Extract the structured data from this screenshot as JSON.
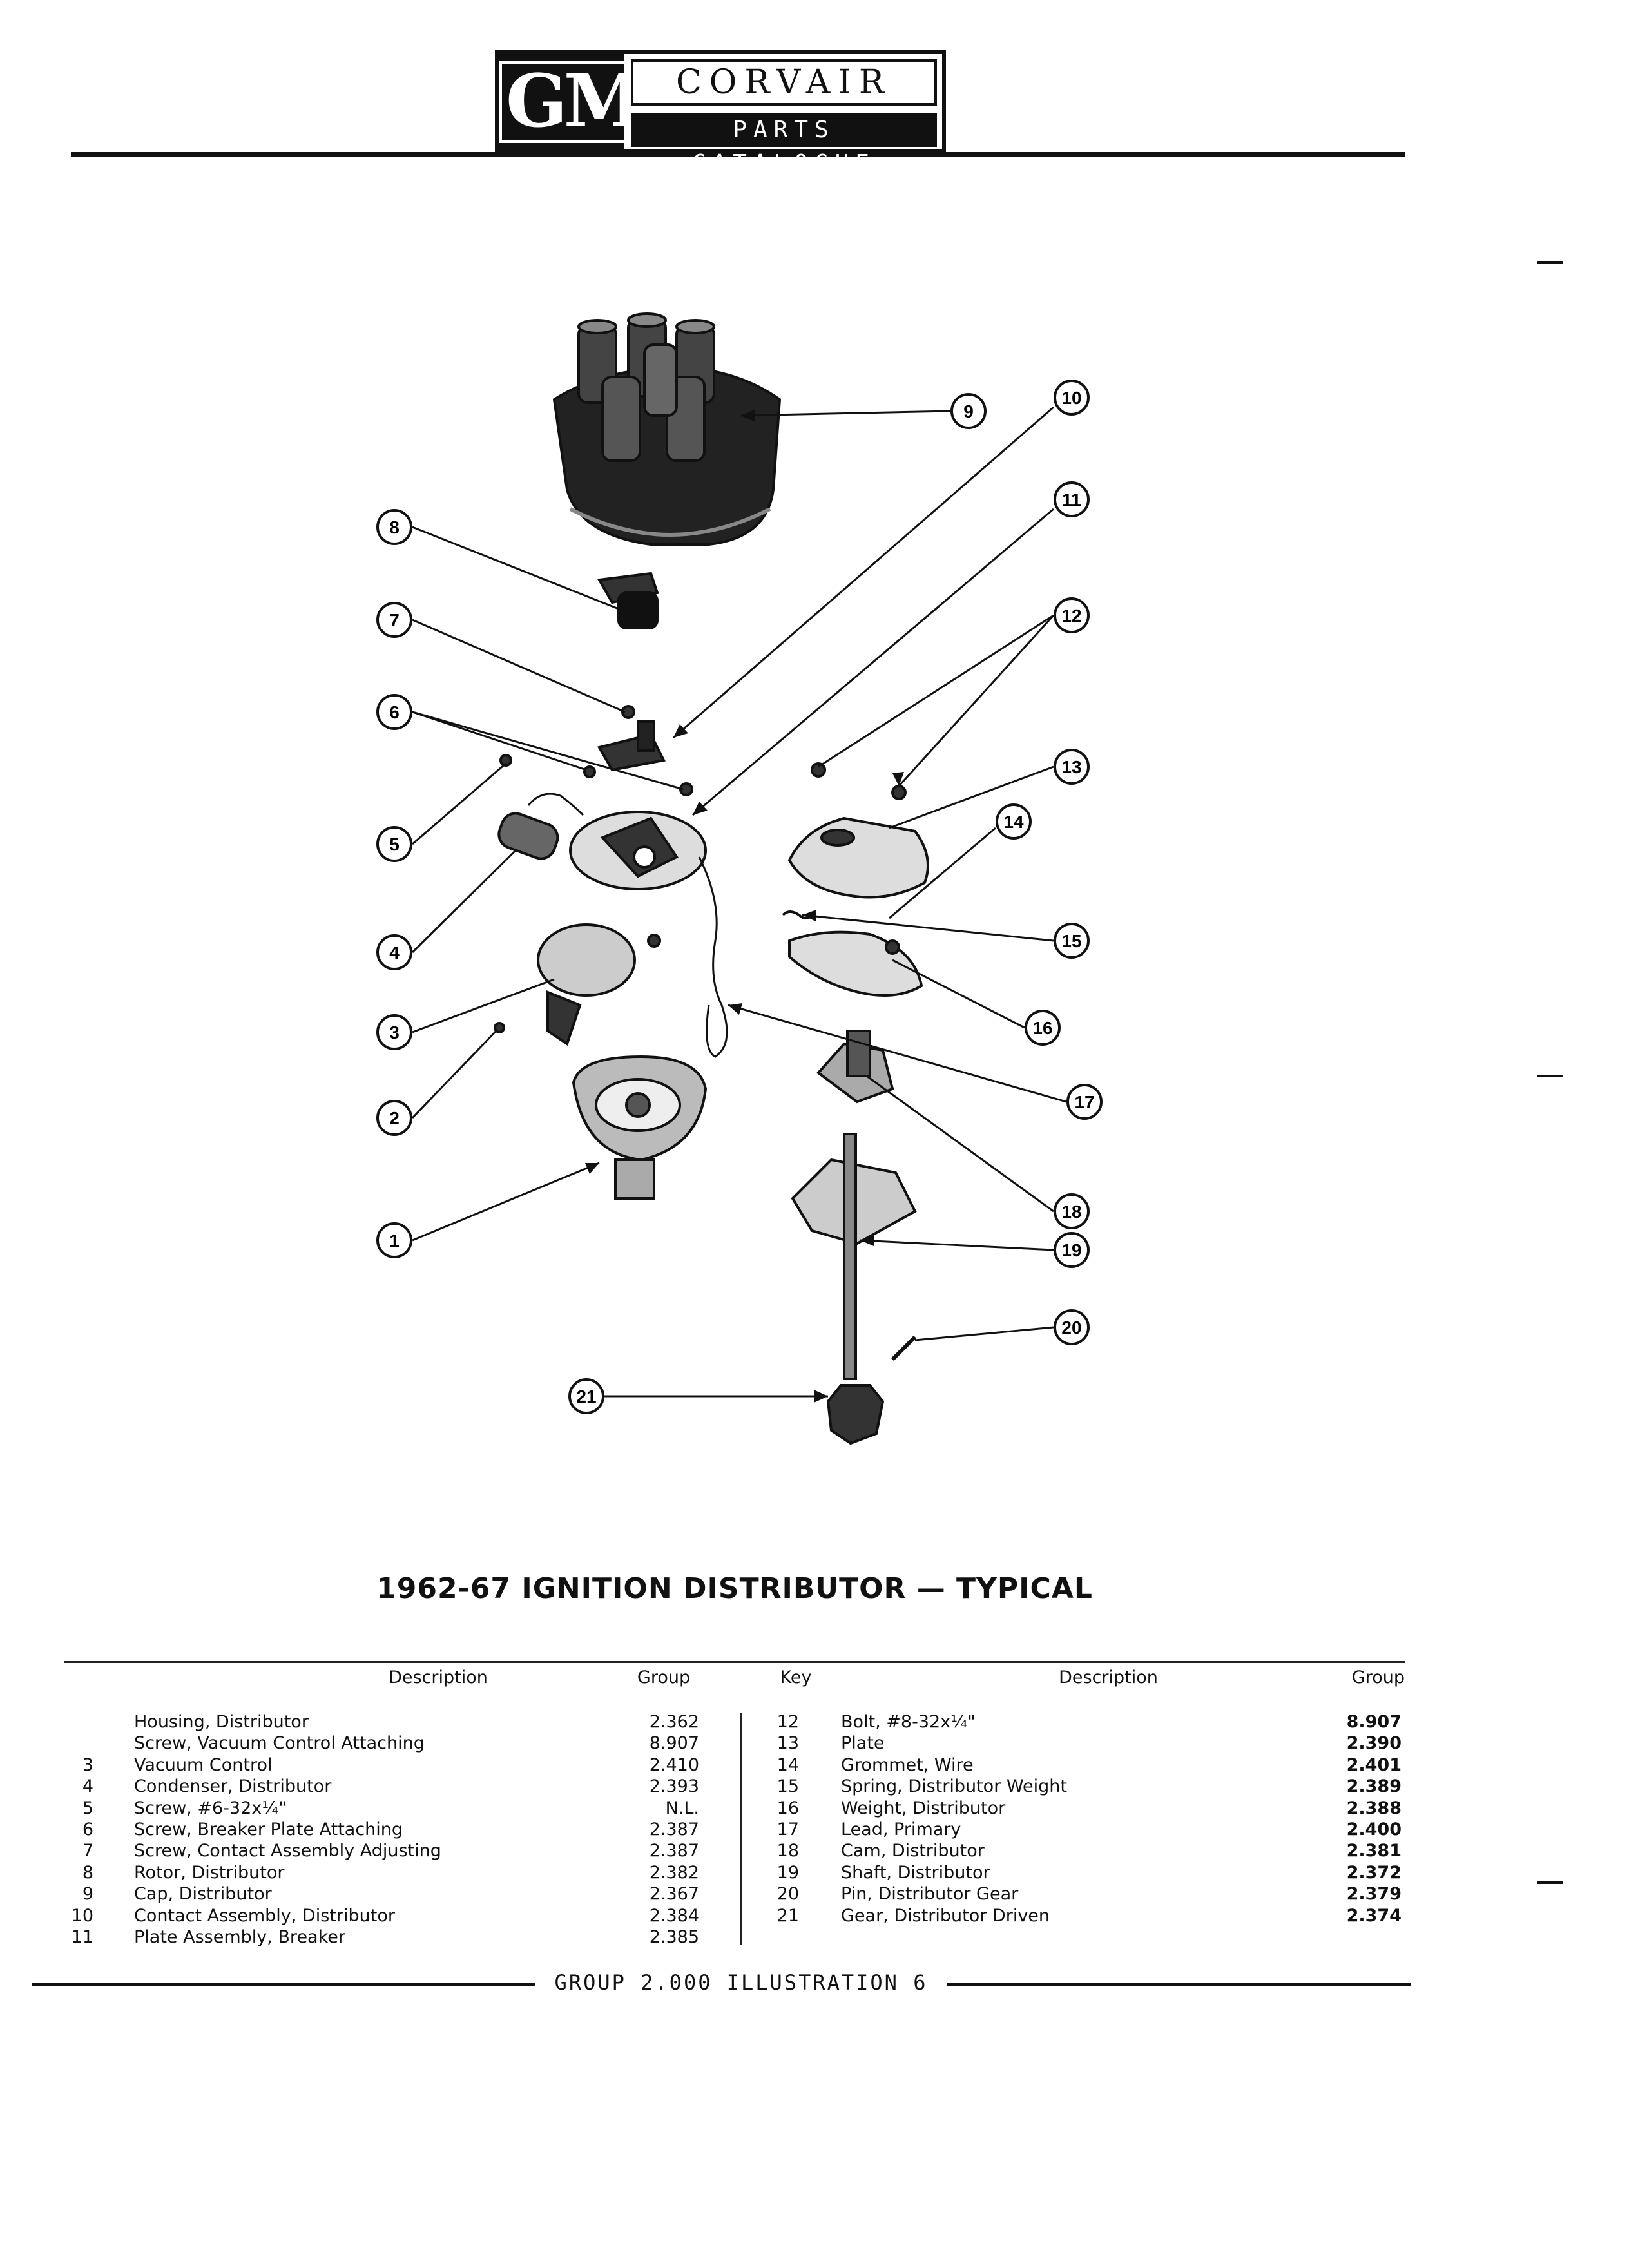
{
  "header": {
    "logo_text": "GM",
    "title": "CORVAIR",
    "subtitle": "PARTS CATALOGUE"
  },
  "diagram": {
    "callouts": [
      "1",
      "2",
      "3",
      "4",
      "5",
      "6",
      "7",
      "8",
      "9",
      "10",
      "11",
      "12",
      "13",
      "14",
      "15",
      "16",
      "17",
      "18",
      "19",
      "20",
      "21"
    ]
  },
  "caption": "1962-67 IGNITION DISTRIBUTOR — TYPICAL",
  "table": {
    "headers": {
      "description_left": "Description",
      "group_left": "Group",
      "key_right": "Key",
      "description_right": "Description",
      "group_right": "Group"
    },
    "left": [
      {
        "key": "",
        "description": "Housing, Distributor",
        "group": "2.362"
      },
      {
        "key": "",
        "description": "Screw, Vacuum Control Attaching",
        "group": "8.907"
      },
      {
        "key": "3",
        "description": "Vacuum Control",
        "group": "2.410"
      },
      {
        "key": "4",
        "description": "Condenser, Distributor",
        "group": "2.393"
      },
      {
        "key": "5",
        "description": "Screw, #6-32x¼\"",
        "group": "N.L."
      },
      {
        "key": "6",
        "description": "Screw, Breaker Plate Attaching",
        "group": "2.387"
      },
      {
        "key": "7",
        "description": "Screw, Contact Assembly Adjusting",
        "group": "2.387"
      },
      {
        "key": "8",
        "description": "Rotor, Distributor",
        "group": "2.382"
      },
      {
        "key": "9",
        "description": "Cap, Distributor",
        "group": "2.367"
      },
      {
        "key": "10",
        "description": "Contact Assembly, Distributor",
        "group": "2.384"
      },
      {
        "key": "11",
        "description": "Plate Assembly, Breaker",
        "group": "2.385"
      }
    ],
    "right": [
      {
        "key": "12",
        "description": "Bolt, #8-32x¼\"",
        "group": "8.907"
      },
      {
        "key": "13",
        "description": "Plate",
        "group": "2.390"
      },
      {
        "key": "14",
        "description": "Grommet, Wire",
        "group": "2.401"
      },
      {
        "key": "15",
        "description": "Spring, Distributor Weight",
        "group": "2.389"
      },
      {
        "key": "16",
        "description": "Weight, Distributor",
        "group": "2.388"
      },
      {
        "key": "17",
        "description": "Lead, Primary",
        "group": "2.400"
      },
      {
        "key": "18",
        "description": "Cam, Distributor",
        "group": "2.381"
      },
      {
        "key": "19",
        "description": "Shaft, Distributor",
        "group": "2.372"
      },
      {
        "key": "20",
        "description": "Pin, Distributor Gear",
        "group": "2.379"
      },
      {
        "key": "21",
        "description": "Gear, Distributor Driven",
        "group": "2.374"
      }
    ]
  },
  "footer": {
    "label": "GROUP 2.000 ILLUSTRATION 6"
  }
}
